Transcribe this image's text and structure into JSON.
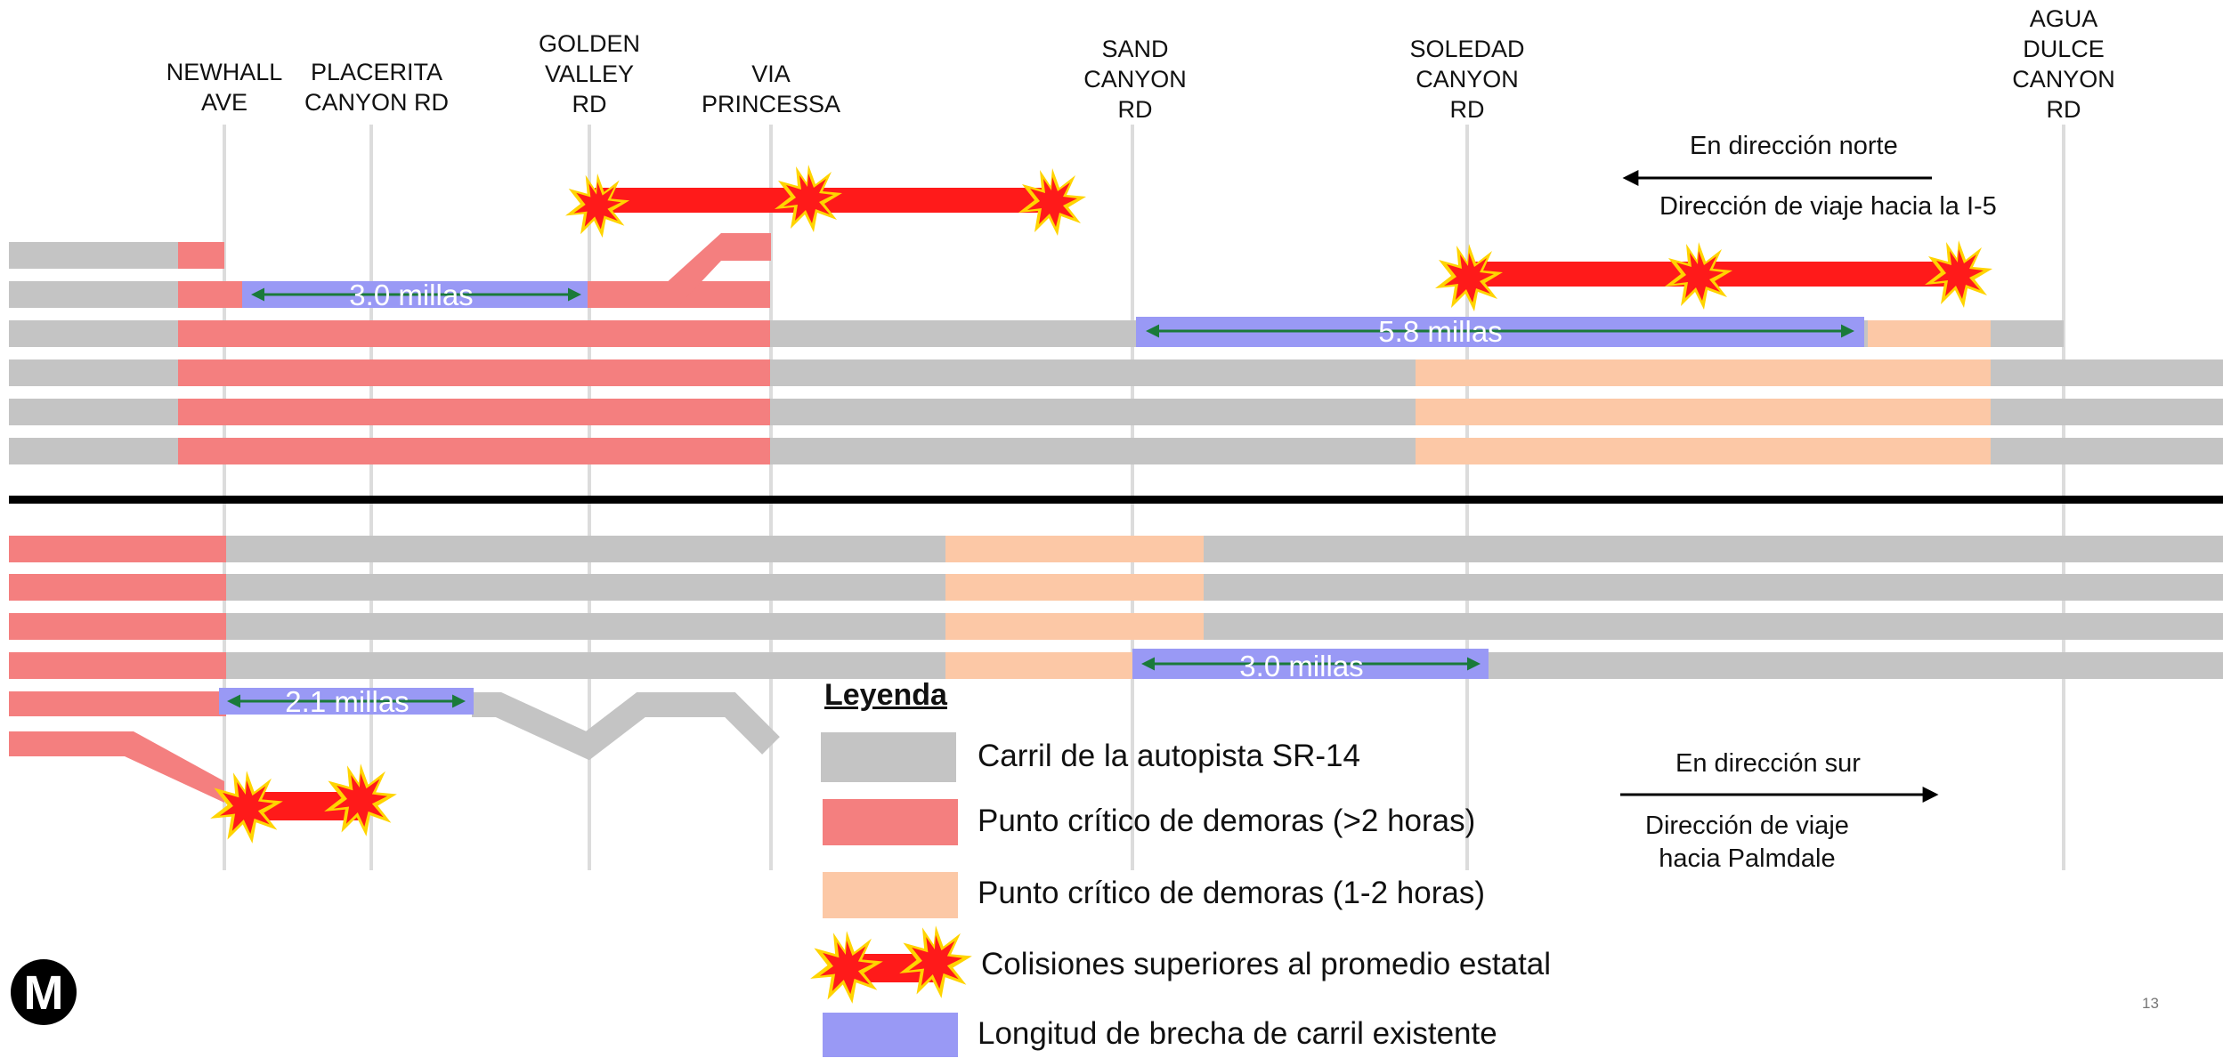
{
  "streets": [
    {
      "id": "newhall",
      "label": "NEWHALL\nAVE"
    },
    {
      "id": "placerita",
      "label": "PLACERITA\nCANYON RD"
    },
    {
      "id": "golden",
      "label": "GOLDEN\nVALLEY\nRD"
    },
    {
      "id": "via",
      "label": "VIA\nPRINCESSA"
    },
    {
      "id": "sand",
      "label": "SAND\nCANYON\nRD"
    },
    {
      "id": "soledad",
      "label": "SOLEDAD\nCANYON\nRD"
    },
    {
      "id": "agua",
      "label": "AGUA\nDULCE\nCANYON\nRD"
    }
  ],
  "gaps": {
    "north_1": "3.0 millas",
    "north_2": "5.8 millas",
    "south_1": "2.1 millas",
    "south_2": "3.0 millas"
  },
  "directions": {
    "north_title": "En dirección norte",
    "north_sub": "Dirección de viaje hacia la I-5",
    "south_title": "En dirección sur",
    "south_sub": "Dirección de viaje\nhacia Palmdale"
  },
  "legend": {
    "title": "Leyenda",
    "items": [
      {
        "label": "Carril de la autopista SR-14",
        "color": "#c4c4c4"
      },
      {
        "label": "Punto crítico de demoras (>2 horas)",
        "color": "#f47f7f"
      },
      {
        "label": "Punto crítico de demoras (1-2 horas)",
        "color": "#fcc8a6"
      },
      {
        "label": "Colisiones superiores al promedio estatal",
        "color": "#ff1a1a"
      },
      {
        "label": "Longitud de brecha de carril existente",
        "color": "#9999f5"
      }
    ]
  },
  "colors": {
    "lane": "#c4c4c4",
    "delay_high": "#f47f7f",
    "delay_mid": "#fcc8a6",
    "collision": "#ff1a1a",
    "starburst": "#ffd400",
    "gap": "#9999f5",
    "arrow": "#1a7a3a",
    "divider": "#000000"
  },
  "logo": "M",
  "page_number": "13"
}
